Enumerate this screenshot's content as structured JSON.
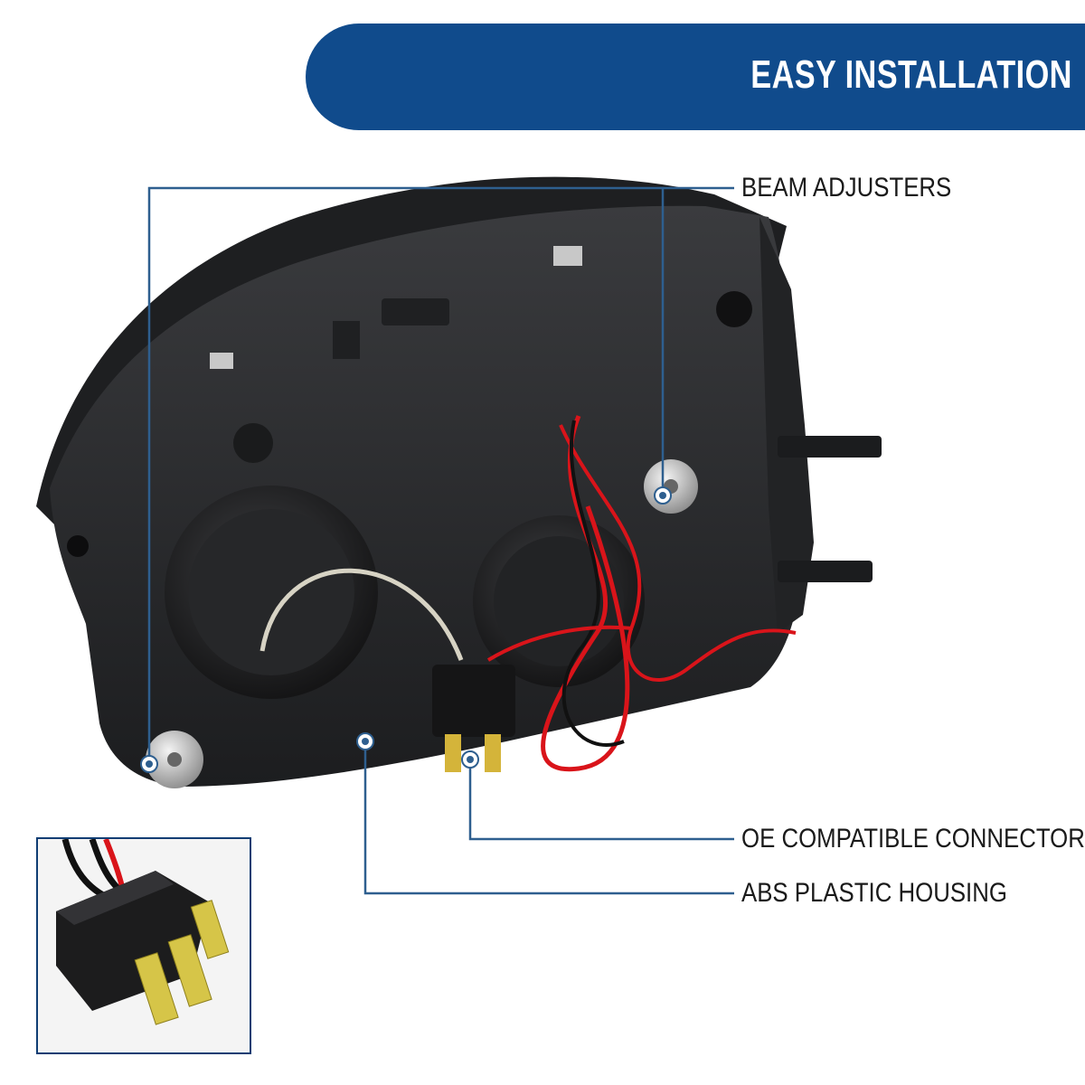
{
  "banner": {
    "title": "EASY INSTALLATION"
  },
  "callouts": {
    "beam_adjusters": "BEAM ADJUSTERS",
    "oe_connector": "OE COMPATIBLE CONNECTOR",
    "abs_housing": "ABS PLASTIC HOUSING"
  },
  "colors": {
    "banner": "#104b8c",
    "leader_line": "#2e5f8f",
    "housing": "#2a2b2d",
    "wire_red": "#d9141a"
  },
  "icons": {
    "marker": "dot-marker-icon",
    "inset": "connector-closeup-icon"
  }
}
